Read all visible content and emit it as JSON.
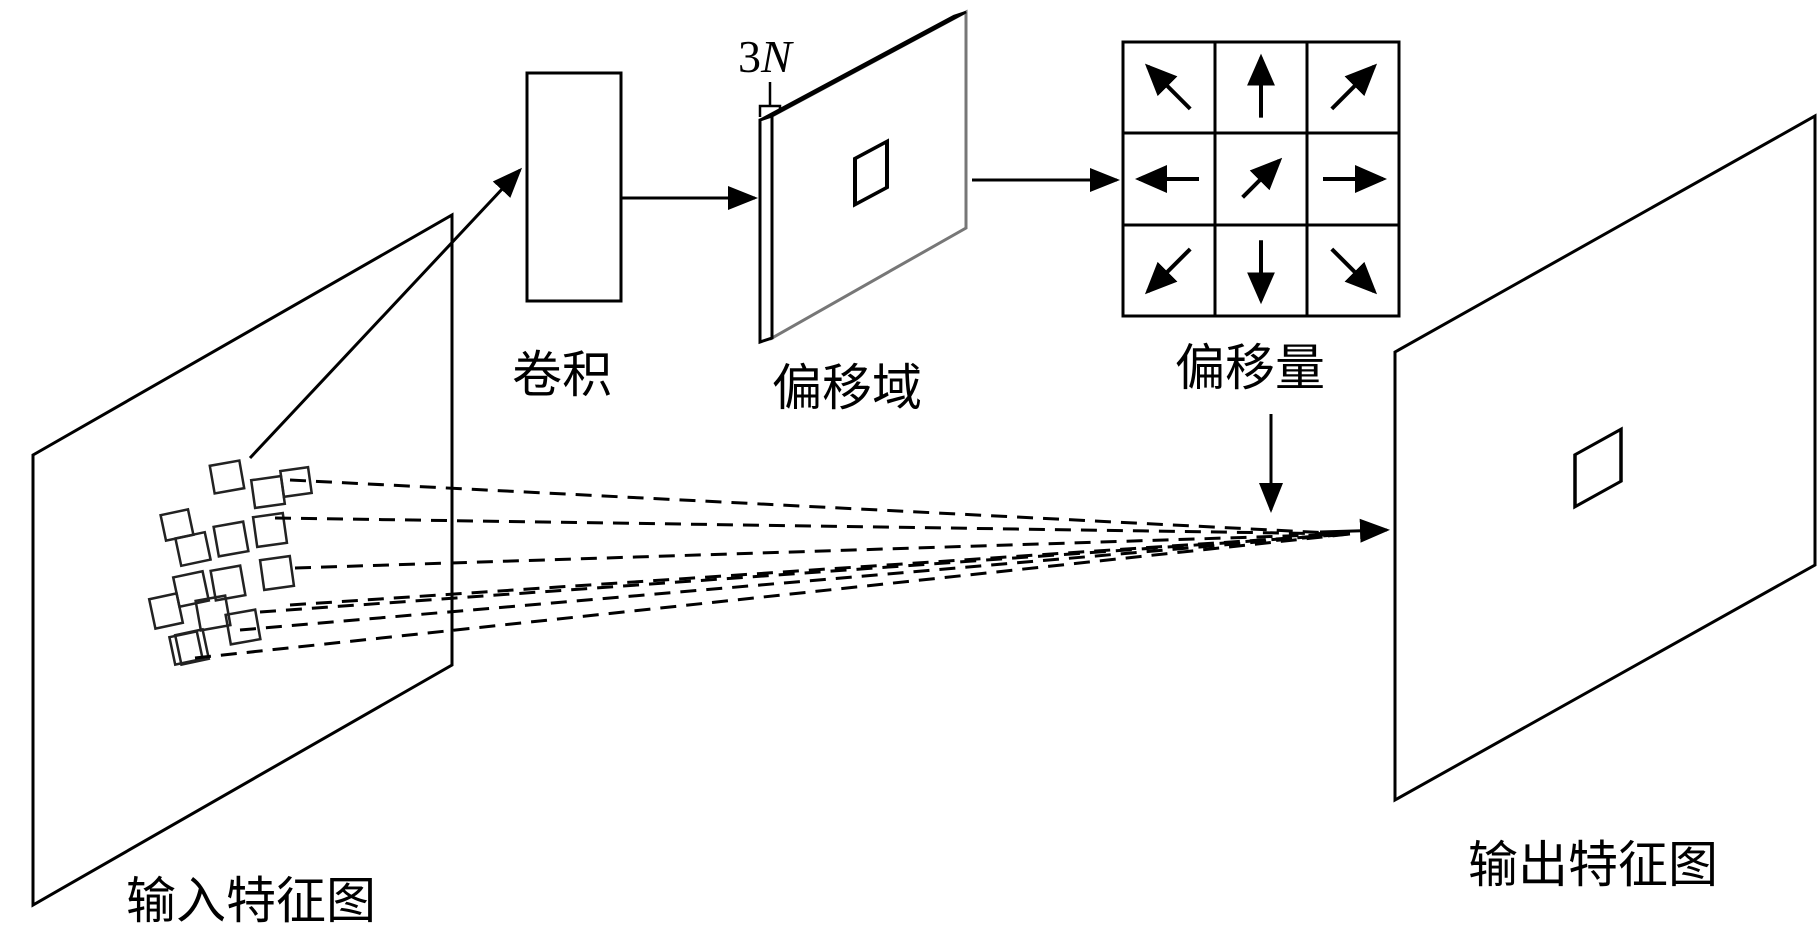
{
  "labels": {
    "conv": "卷积",
    "offset_field": "偏移域",
    "offsets": "偏移量",
    "input_map": "输入特征图",
    "output_map": "输出特征图",
    "channels_num": "3",
    "channels_var": "N"
  },
  "offset_grid": {
    "arrow_icons": [
      "arrow-up-left-icon",
      "arrow-up-icon",
      "arrow-up-right-icon",
      "arrow-left-icon",
      "arrow-up-right-icon",
      "arrow-right-icon",
      "arrow-down-left-icon",
      "arrow-down-icon",
      "arrow-down-right-icon"
    ]
  }
}
